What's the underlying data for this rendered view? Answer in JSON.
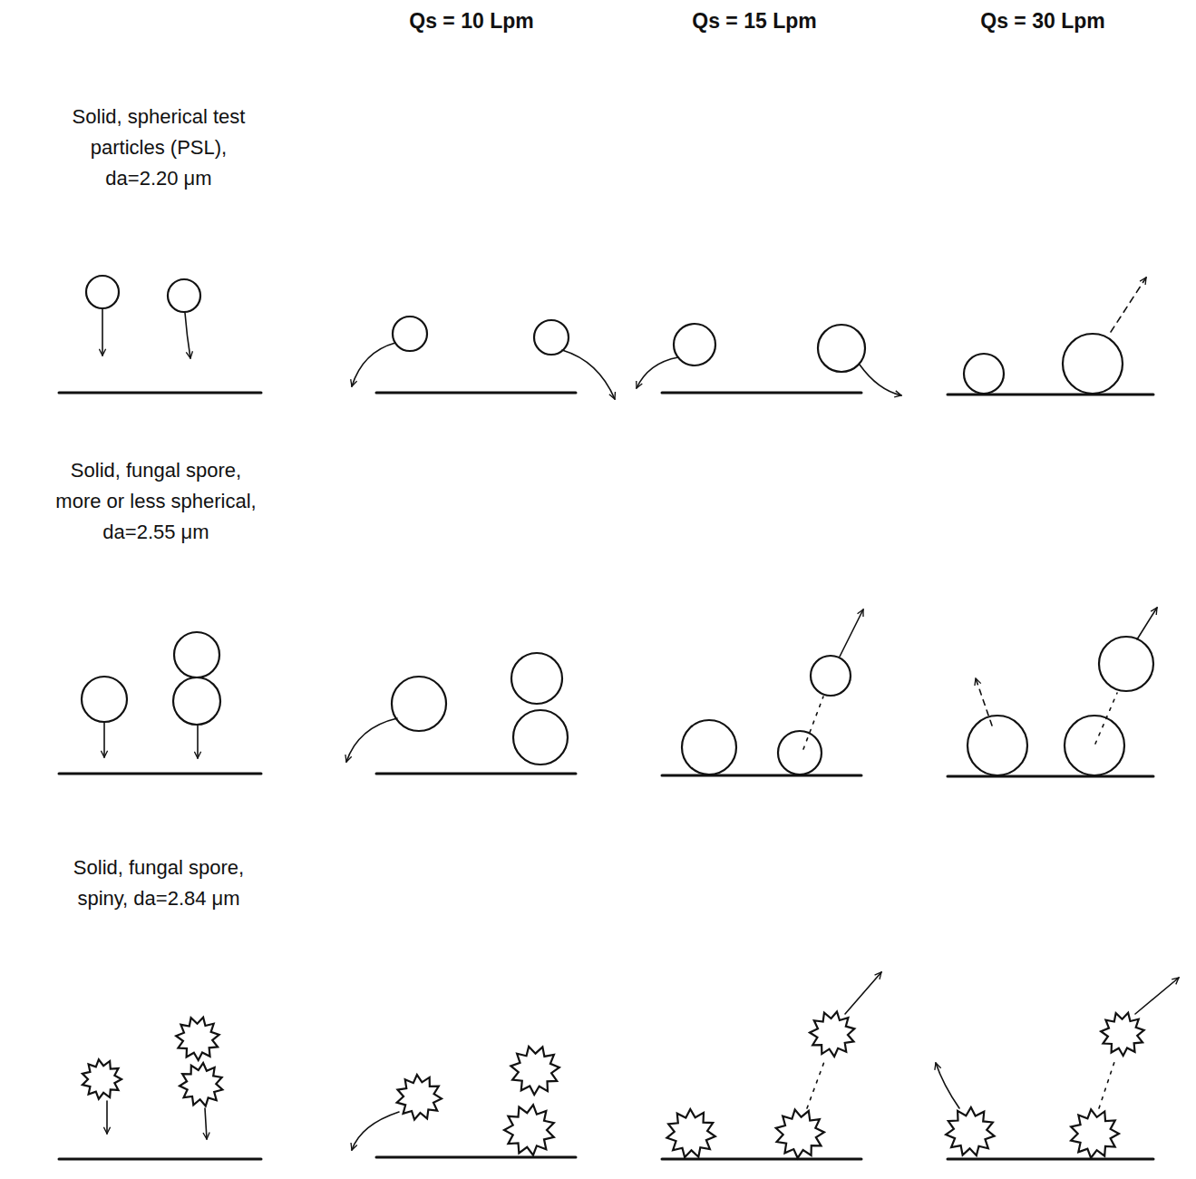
{
  "diagram": {
    "labels": [
      "Qs = 10 Lpm",
      "Qs = 15 Lpm",
      "Qs = 30 Lpm",
      "Solid, spherical test particles (PSL), da=2.20 μm",
      "Solid, fungal spore, more or less spherical, da=2.55 μm",
      "Solid, fungal spore, spiny, da=2.84 μm"
    ]
  }
}
